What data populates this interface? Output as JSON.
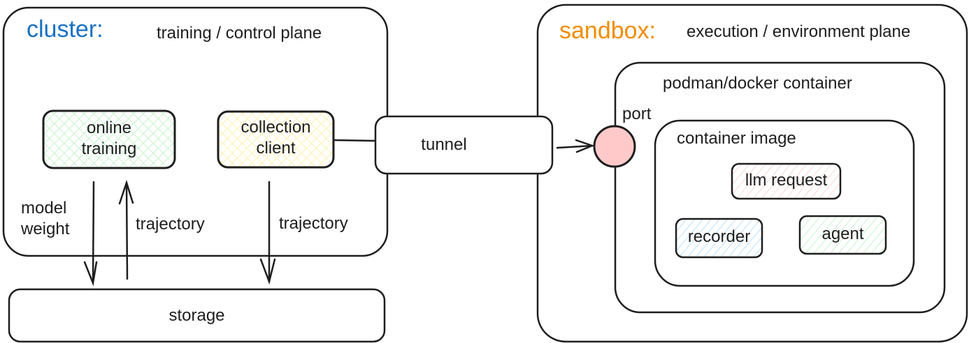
{
  "colors": {
    "cluster_accent": "#1971c2",
    "sandbox_accent": "#f08c00",
    "green_fill": "#b2f2bb",
    "yellow_fill": "#ffec99",
    "red_fill": "#ffc9c9",
    "blue_fill": "#a5d8ff",
    "stroke": "#1e1e1e"
  },
  "cluster": {
    "title": "cluster:",
    "subtitle": "training / control plane",
    "online_training": {
      "line1": "online",
      "line2": "training",
      "fill": "green",
      "pattern": "cross-hatch"
    },
    "collection_client": {
      "line1": "collection",
      "line2": "client",
      "fill": "yellow",
      "pattern": "cross-hatch"
    }
  },
  "storage": {
    "label": "storage"
  },
  "tunnel": {
    "label": "tunnel"
  },
  "edges": {
    "model_weight": {
      "line1": "model",
      "line2": "weight",
      "direction": "down"
    },
    "trajectory_up": {
      "label": "trajectory",
      "direction": "up"
    },
    "trajectory_down": {
      "label": "trajectory",
      "direction": "down"
    }
  },
  "sandbox": {
    "title": "sandbox:",
    "subtitle": "execution / environment plane",
    "port": {
      "label": "port"
    },
    "container": {
      "title": "podman/docker container",
      "image": {
        "title": "container image",
        "llm_request": {
          "label": "llm request",
          "fill": "red",
          "pattern": "hatch"
        },
        "recorder": {
          "label": "recorder",
          "fill": "blue",
          "pattern": "hatch"
        },
        "agent": {
          "label": "agent",
          "fill": "green",
          "pattern": "hatch"
        }
      }
    }
  }
}
